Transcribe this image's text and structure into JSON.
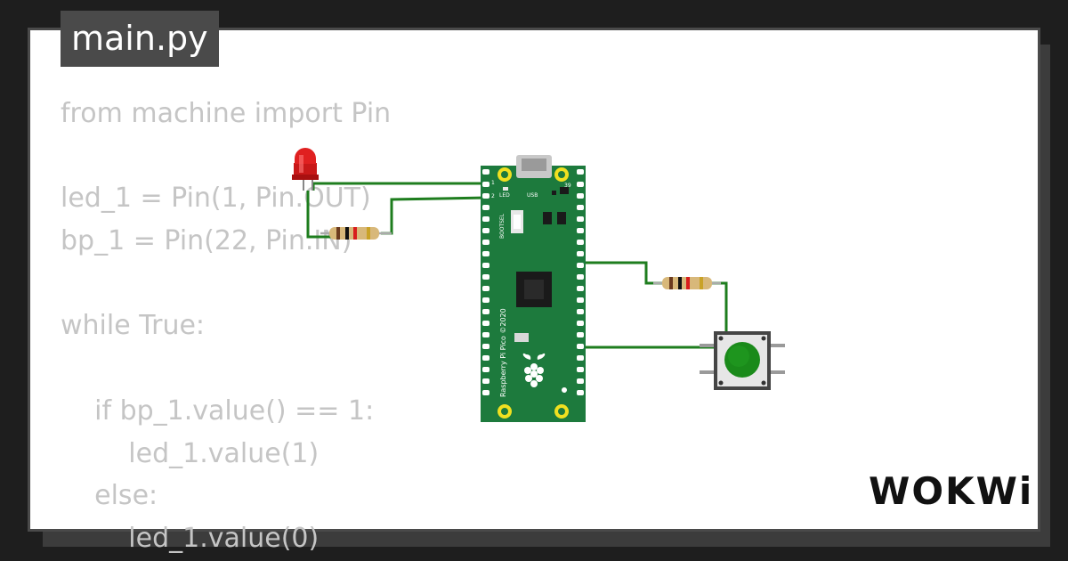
{
  "editor": {
    "filename": "main.py",
    "code_lines": [
      "from machine import Pin",
      "",
      "led_1 = Pin(1, Pin.OUT)",
      "bp_1 = Pin(22, Pin.IN)",
      "",
      "while True:",
      "",
      "    if bp_1.value() == 1:",
      "        led_1.value(1)",
      "    else:",
      "        led_1.value(0)"
    ]
  },
  "board": {
    "name": "Raspberry Pi Pico ©2020",
    "led_label": "LED",
    "usb_label": "USB",
    "bootsel_label": "BOOTSEL",
    "pin_1": "1",
    "pin_2": "2",
    "pin_39": "39",
    "pcb_color": "#1d7a3d"
  },
  "brand": {
    "logo_text": "WOKWi"
  },
  "colors": {
    "wire": "#1e7d1e",
    "led": "#e02020",
    "button": "#1a8a1a"
  }
}
